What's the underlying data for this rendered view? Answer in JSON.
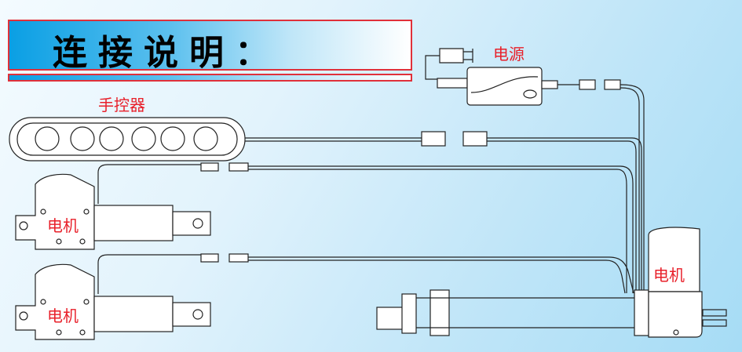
{
  "title": "连接说明：",
  "labels": {
    "power": "电源",
    "handset": "手控器",
    "motor_1": "电机",
    "motor_2": "电机",
    "motor_main": "电机"
  },
  "colors": {
    "label": "#e8202a",
    "border": "#e0303a",
    "title_gradient_start": "#0a9fe4"
  }
}
